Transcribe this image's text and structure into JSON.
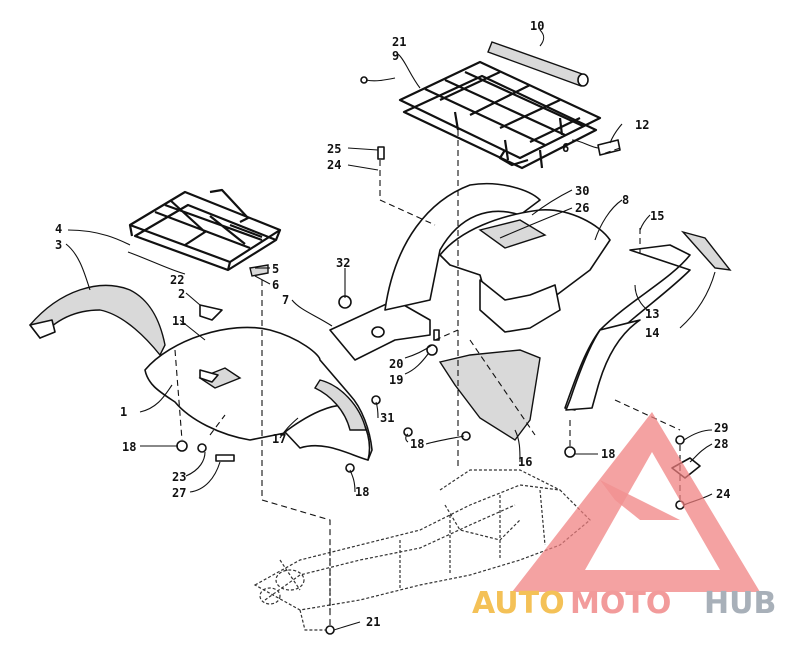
{
  "callouts": {
    "c1": "1",
    "c2": "2",
    "c3": "3",
    "c4": "4",
    "c5": "5",
    "c6a": "6",
    "c6b": "6",
    "c7": "7",
    "c8": "8",
    "c9": "9",
    "c10": "10",
    "c11": "11",
    "c12": "12",
    "c13": "13",
    "c14": "14",
    "c15": "15",
    "c16": "16",
    "c17": "17",
    "c18a": "18",
    "c18b": "18",
    "c18c": "18",
    "c18d": "18",
    "c19": "19",
    "c20": "20",
    "c21a": "21",
    "c21b": "21",
    "c22": "22",
    "c23": "23",
    "c24a": "24",
    "c24b": "24",
    "c25": "25",
    "c26": "26",
    "c27": "27",
    "c28": "28",
    "c29": "29",
    "c30": "30",
    "c31": "31",
    "c32": "32"
  },
  "watermark": {
    "auto": "AUTO",
    "moto": "MOTO",
    "hub": "HUB",
    "colors": {
      "auto": "#f3b73a",
      "moto": "#f08a8a",
      "hub": "#9aa3ad",
      "triangle": "#f07f7f"
    }
  }
}
